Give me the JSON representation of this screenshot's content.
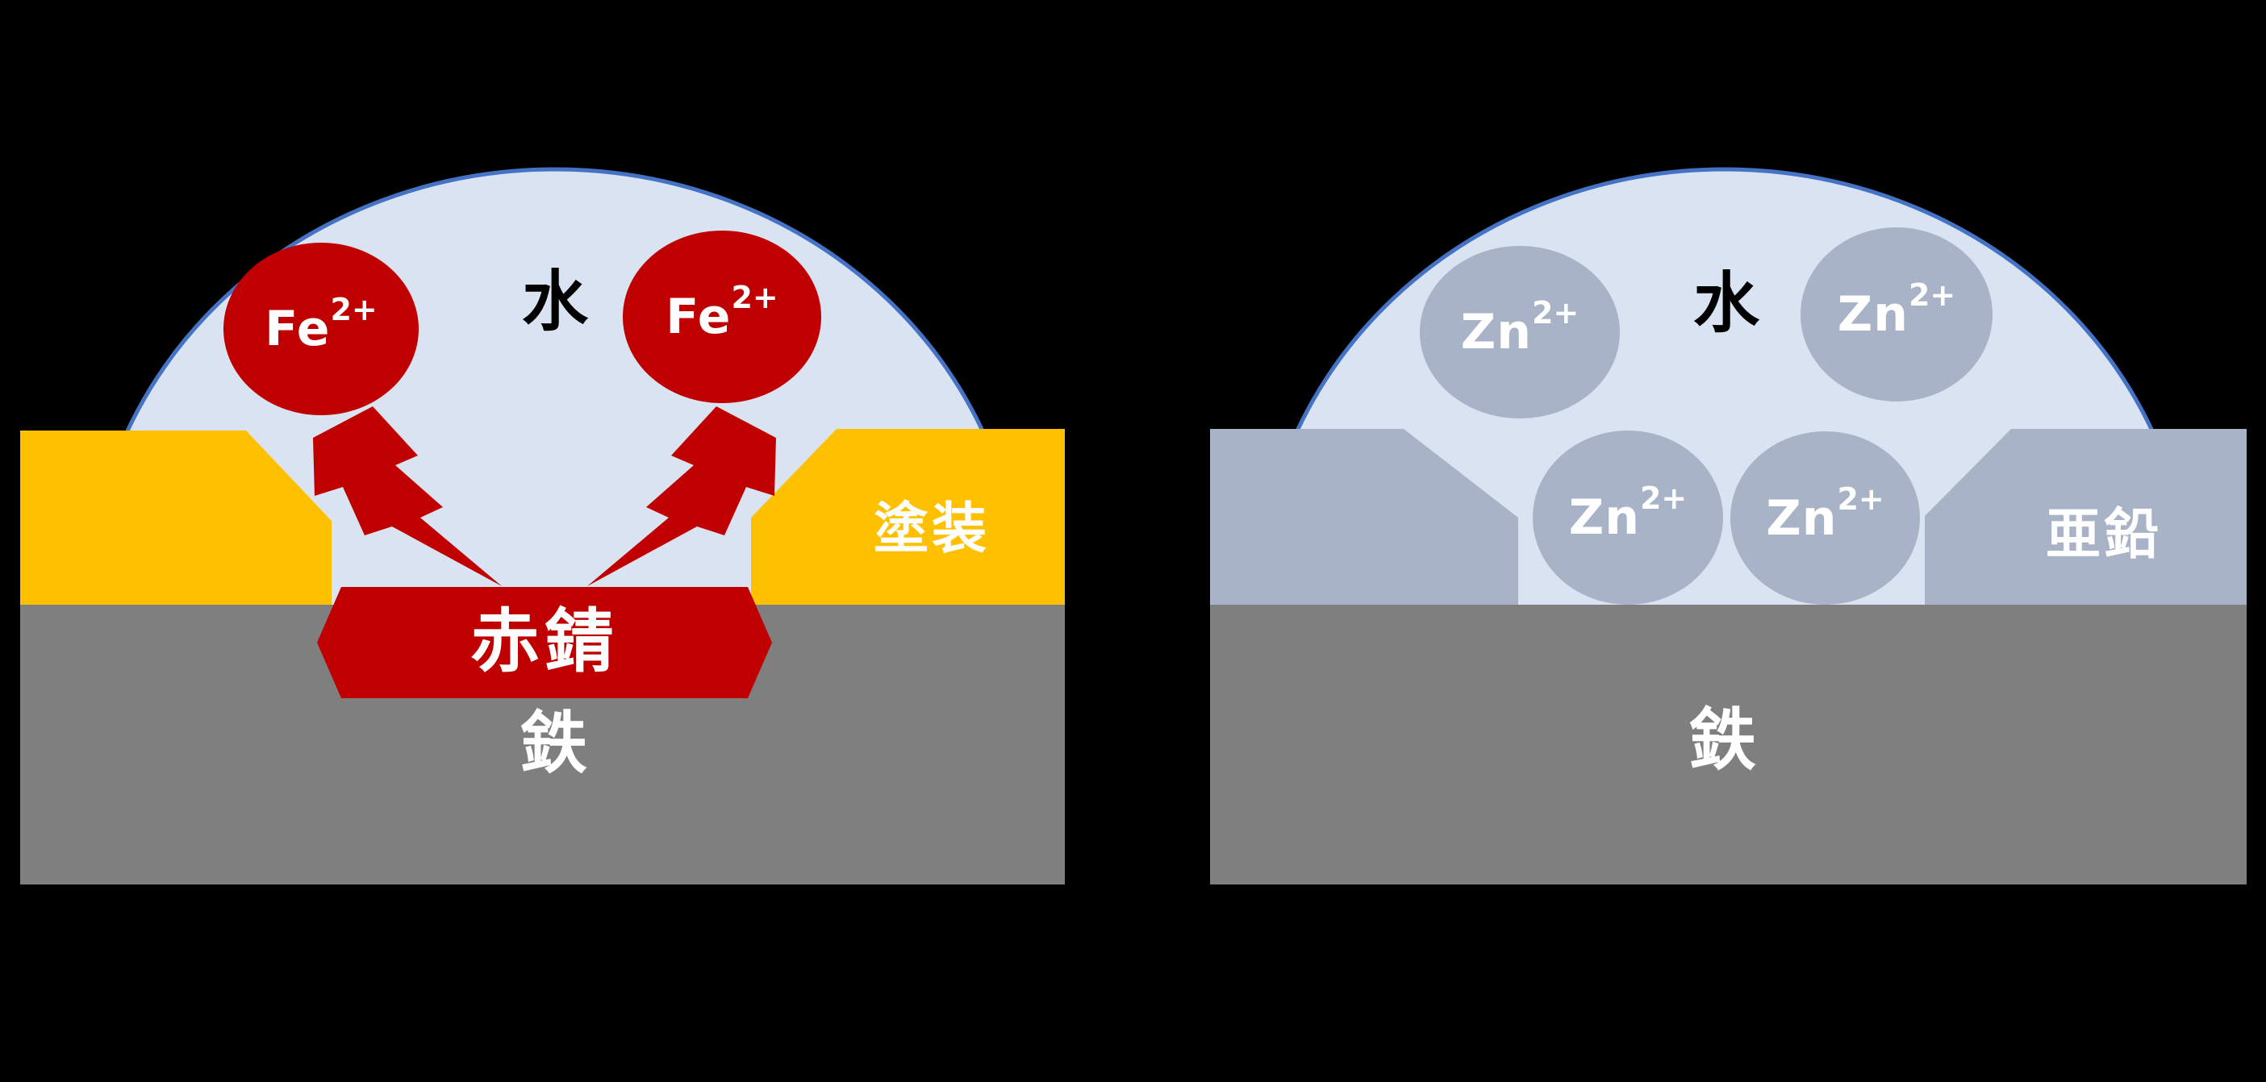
{
  "colors": {
    "background": "#000000",
    "droplet_fill": "#dae3f2",
    "droplet_border": "#4472c4",
    "metal_red": "#c00000",
    "paint_yellow": "#ffc000",
    "iron_gray": "#7f7f7f",
    "zinc_gray": "#a8b3c8",
    "text_white": "#ffffff",
    "text_black": "#000000"
  },
  "left_panel": {
    "water_label": "水",
    "paint_label": "塗装",
    "rust_label": "赤錆",
    "iron_label": "鉄",
    "ions": [
      {
        "base": "Fe",
        "charge": "2+"
      },
      {
        "base": "Fe",
        "charge": "2+"
      }
    ]
  },
  "right_panel": {
    "water_label": "水",
    "zinc_label": "亜鉛",
    "iron_label": "鉄",
    "ions": [
      {
        "base": "Zn",
        "charge": "2+"
      },
      {
        "base": "Zn",
        "charge": "2+"
      },
      {
        "base": "Zn",
        "charge": "2+"
      },
      {
        "base": "Zn",
        "charge": "2+"
      }
    ]
  }
}
